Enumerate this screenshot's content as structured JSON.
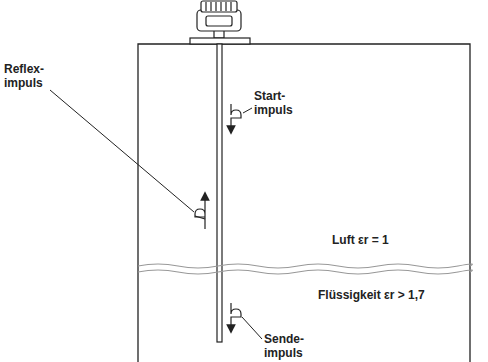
{
  "diagram": {
    "labels": [
      "Start- impuls",
      "Reflex- impuls",
      "Luft εr = 1",
      "Flüssigkeit εr > 1,7",
      "Sende- impuls"
    ]
  }
}
